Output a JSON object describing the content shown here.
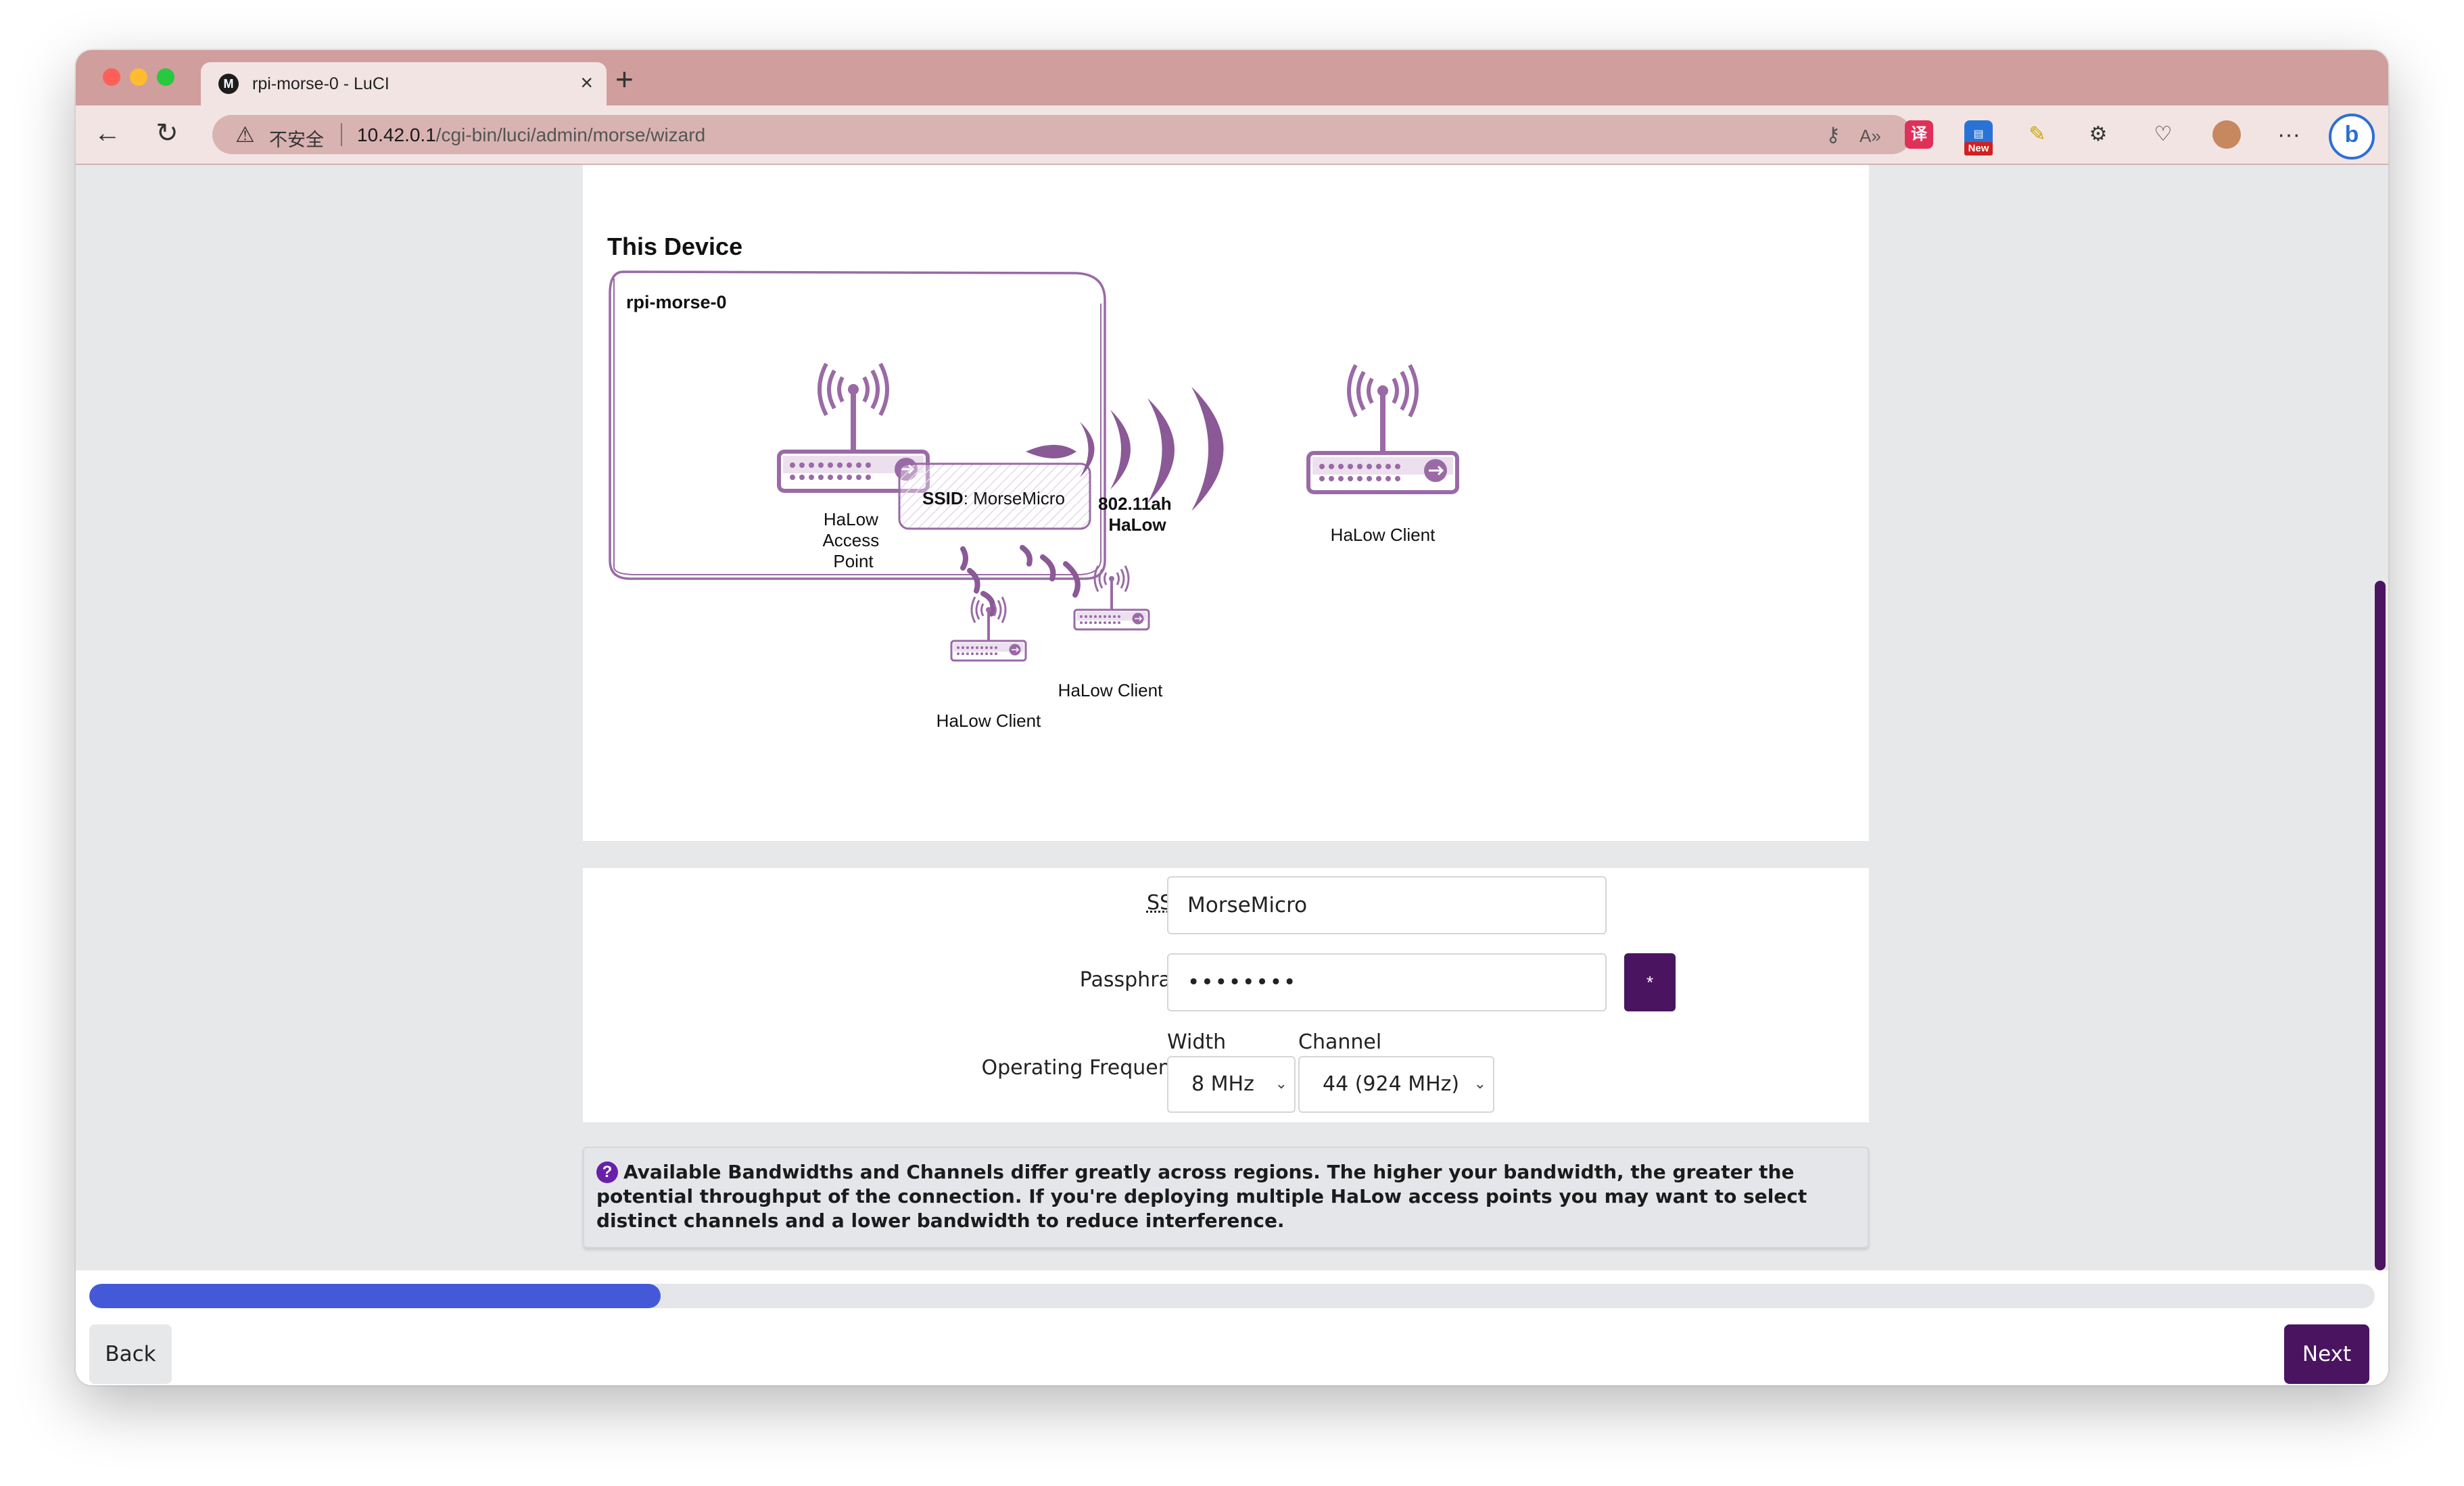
{
  "browser": {
    "tab_title": "rpi-morse-0 - LuCI",
    "security_label": "不安全",
    "url_host": "10.42.0.1",
    "url_path": "/cgi-bin/luci/admin/morse/wizard",
    "extension_new_badge": "New"
  },
  "diagram": {
    "title": "This Device",
    "device_box_label": "rpi-morse-0",
    "ap_label_lines": [
      "HaLow",
      "Access",
      "Point"
    ],
    "ssid_key": "SSID",
    "ssid_value": ": MorseMicro",
    "link_label_lines": [
      "802.11ah",
      "HaLow"
    ],
    "client_label": "HaLow Client"
  },
  "form": {
    "ssid_label": "SSID",
    "ssid_value": "MorseMicro",
    "passphrase_label": "Passphrase",
    "passphrase_value": "••••••••",
    "passphrase_toggle": "*",
    "freq_label": "Operating Frequency",
    "width_label": "Width",
    "width_value": "8 MHz",
    "channel_label": "Channel",
    "channel_value": "44 (924 MHz)"
  },
  "help": {
    "icon": "?",
    "text": "Available Bandwidths and Channels differ greatly across regions. The higher your bandwidth, the greater the potential throughput of the connection. If you're deploying multiple HaLow access points you may want to select distinct channels and a lower bandwidth to reduce interference."
  },
  "footer": {
    "progress_fraction": 0.25,
    "back_label": "Back",
    "next_label": "Next"
  },
  "colors": {
    "accent": "#4a1460",
    "progress": "#4459d8",
    "device_purple": "#9a6aa6",
    "tab_bar": "#d09e9c"
  }
}
